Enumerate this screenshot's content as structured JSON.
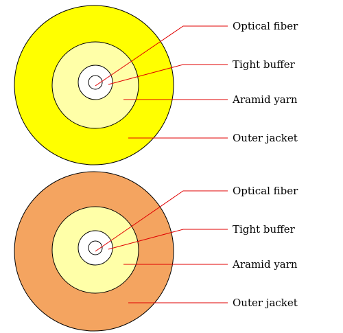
{
  "colors": {
    "outline": "#000000",
    "leader": "#e00000",
    "fiber": "#ffffff",
    "buffer": "#ffffff",
    "aramid": "#ffffa8",
    "jacket_top": "#ffff00",
    "jacket_bottom": "#f4a460"
  },
  "cables": [
    {
      "labels": {
        "optical_fiber": "Optical fiber",
        "tight_buffer": "Tight buffer",
        "aramid_yarn": "Aramid yarn",
        "outer_jacket": "Outer jacket"
      }
    },
    {
      "labels": {
        "optical_fiber": "Optical fiber",
        "tight_buffer": "Tight buffer",
        "aramid_yarn": "Aramid yarn",
        "outer_jacket": "Outer jacket"
      }
    }
  ]
}
